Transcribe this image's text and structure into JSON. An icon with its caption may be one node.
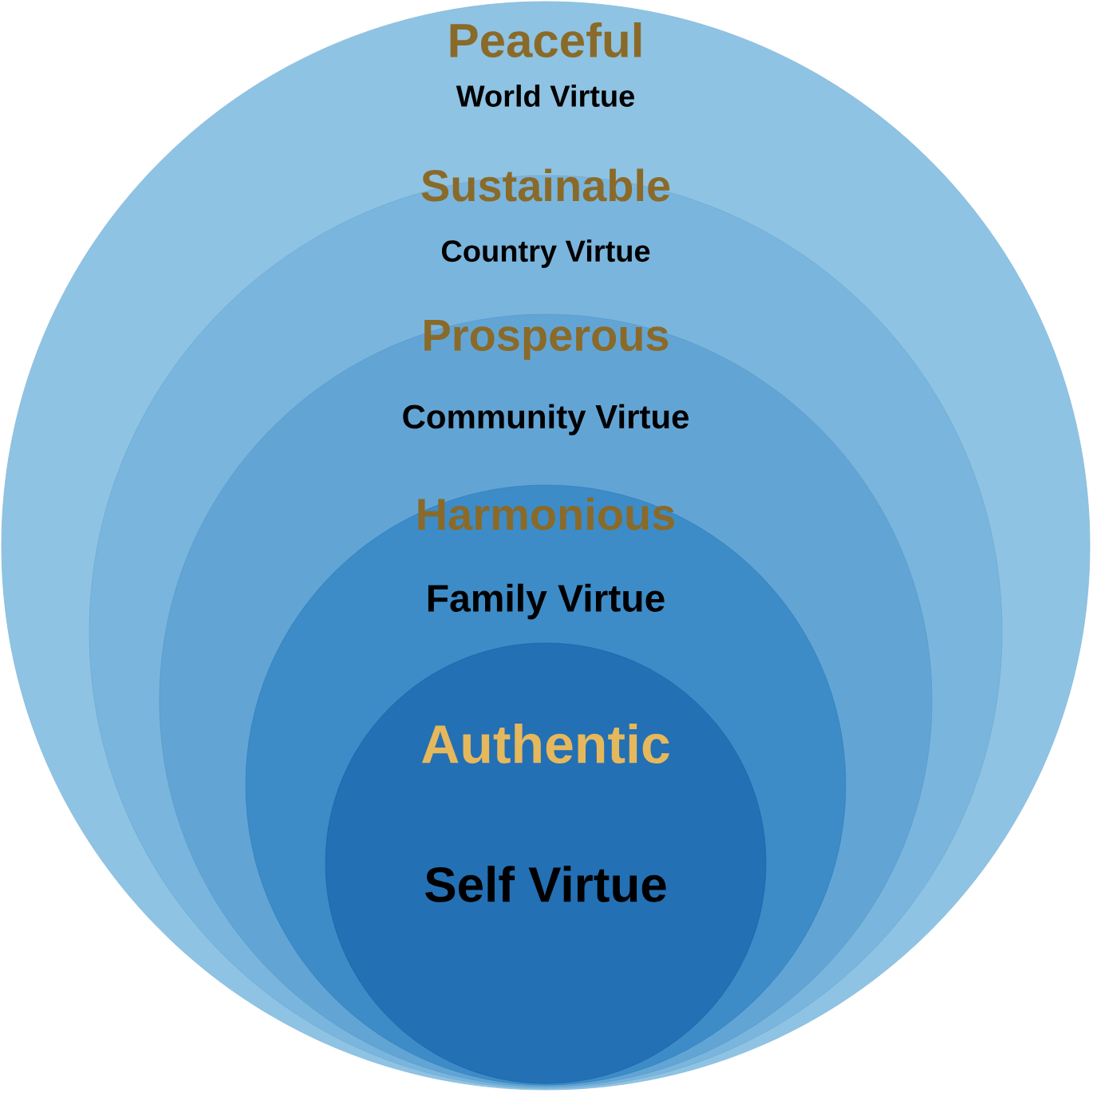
{
  "diagram": {
    "nodes": [
      {
        "text": [
          "Peaceful",
          "World Virtue"
        ]
      },
      {
        "text": [
          "Sustainable",
          "Country Virtue"
        ],
        "in": 0
      },
      {
        "text": [
          "Prosperous",
          "Community Virtue"
        ],
        "in": 1
      },
      {
        "text": [
          "Harmonious",
          "Family Virtue"
        ],
        "in": 2
      },
      {
        "text": [
          "Authentic",
          "Self Virtue"
        ],
        "in": 3
      }
    ]
  }
}
